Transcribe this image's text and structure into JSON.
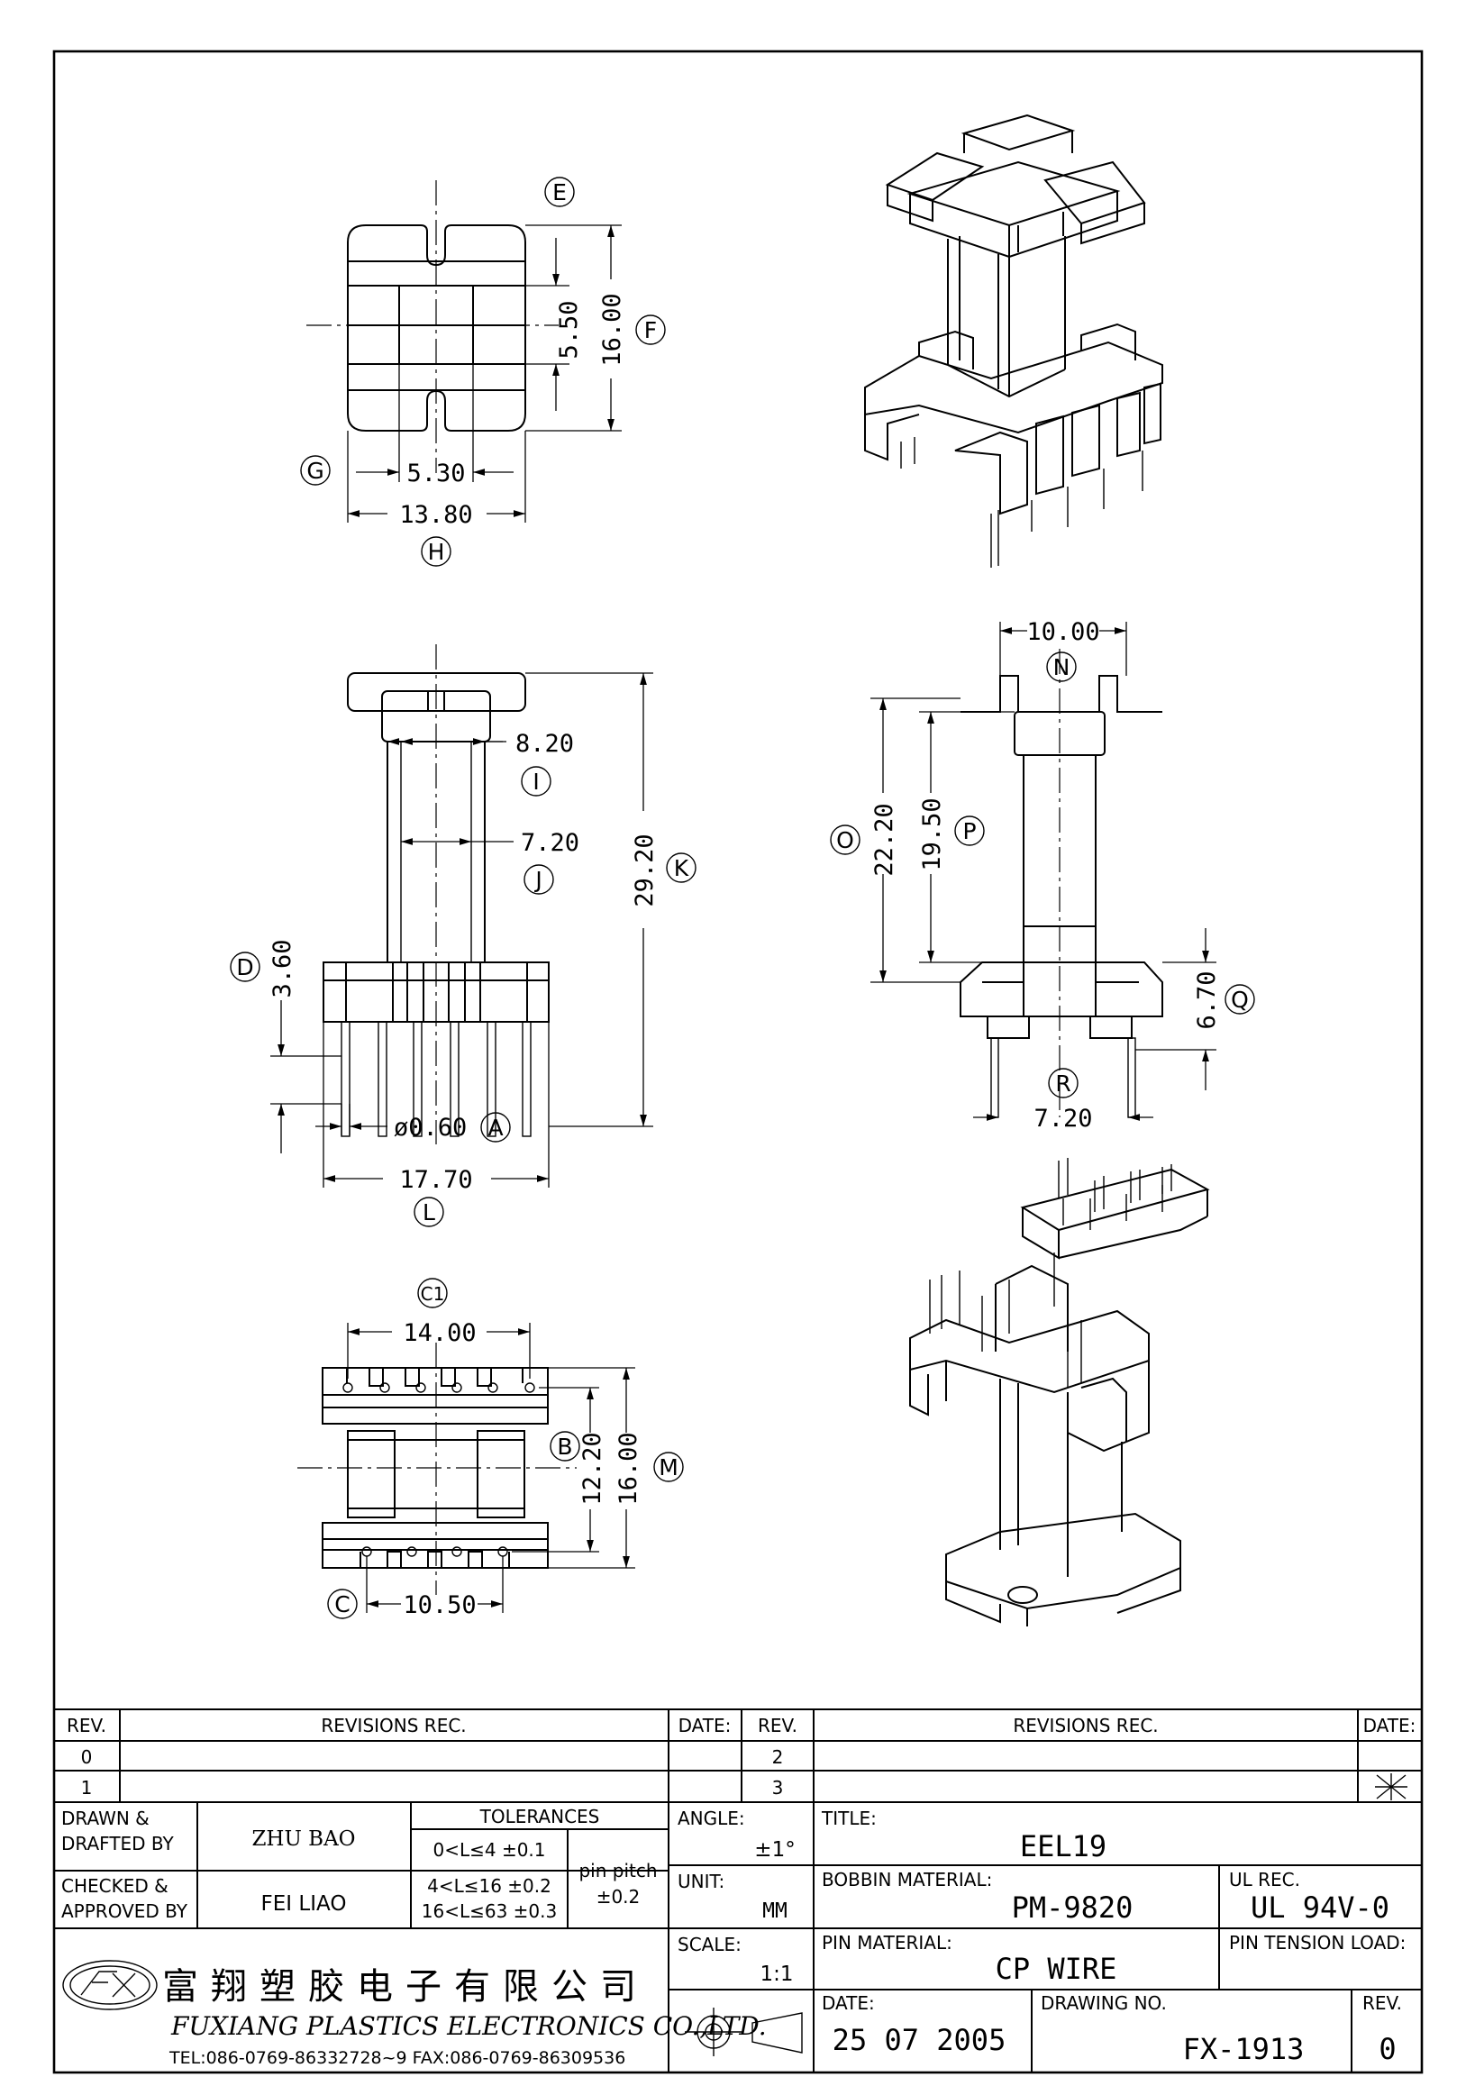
{
  "labels": {
    "E": "E",
    "F": "F",
    "G": "G",
    "H": "H",
    "I": "I",
    "J": "J",
    "K": "K",
    "D": "D",
    "A": "A",
    "L": "L",
    "N": "N",
    "O": "O",
    "P": "P",
    "Q": "Q",
    "R": "R",
    "C1": "C1",
    "B": "B",
    "M": "M",
    "C": "C"
  },
  "dims": {
    "E": "5.50",
    "F": "16.00",
    "G": "5.30",
    "H": "13.80",
    "I": "8.20",
    "J": "7.20",
    "K": "29.20",
    "D": "3.60",
    "A": "ø0.60",
    "L": "17.70",
    "N": "10.00",
    "O": "22.20",
    "P": "19.50",
    "Q": "6.70",
    "R": "7.20",
    "C1": "14.00",
    "B": "12.20",
    "M": "16.00",
    "C": "10.50"
  },
  "revisions": {
    "header_rev": "REV.",
    "header_rec": "REVISIONS   REC.",
    "header_date": "DATE:",
    "rows": [
      "0",
      "1",
      "2",
      "3"
    ]
  },
  "title_block": {
    "drawn_label_1": "DRAWN &",
    "drawn_label_2": "DRAFTED BY",
    "drawn_by": "ZHU BAO",
    "checked_label_1": "CHECKED &",
    "checked_label_2": "APPROVED BY",
    "approved_by": "FEI LIAO",
    "tolerances_label": "TOLERANCES",
    "tolerance_1": "0<L≤4   ±0.1",
    "tolerance_2": "4<L≤16  ±0.2",
    "tolerance_3": "16<L≤63  ±0.3",
    "pin_pitch_label": "pin pitch",
    "pin_pitch_value": "±0.2",
    "angle_label": "ANGLE:",
    "angle_value": "±1°",
    "unit_label": "UNIT:",
    "unit_value": "MM",
    "scale_label": "SCALE:",
    "scale_value": "1:1",
    "title_label": "TITLE:",
    "title": "EEL19",
    "bobbin_material_label": "BOBBIN MATERIAL:",
    "bobbin_material": "PM-9820",
    "ul_rec_label": "UL REC.",
    "ul_rec": "UL 94V-0",
    "pin_material_label": "PIN MATERIAL:",
    "pin_material": "CP WIRE",
    "pin_tension_label": "PIN TENSION LOAD:",
    "date_label": "DATE:",
    "date": "25 07 2005",
    "drawing_no_label": "DRAWING NO.",
    "drawing_no": "FX-1913",
    "rev_label": "REV.",
    "rev": "0"
  },
  "company": {
    "name_cn": "富翔塑胶电子有限公司",
    "name_en": "FUXIANG PLASTICS ELECTRONICS CO.,LTD.",
    "contact": "TEL:086-0769-86332728~9  FAX:086-0769-86309536"
  }
}
